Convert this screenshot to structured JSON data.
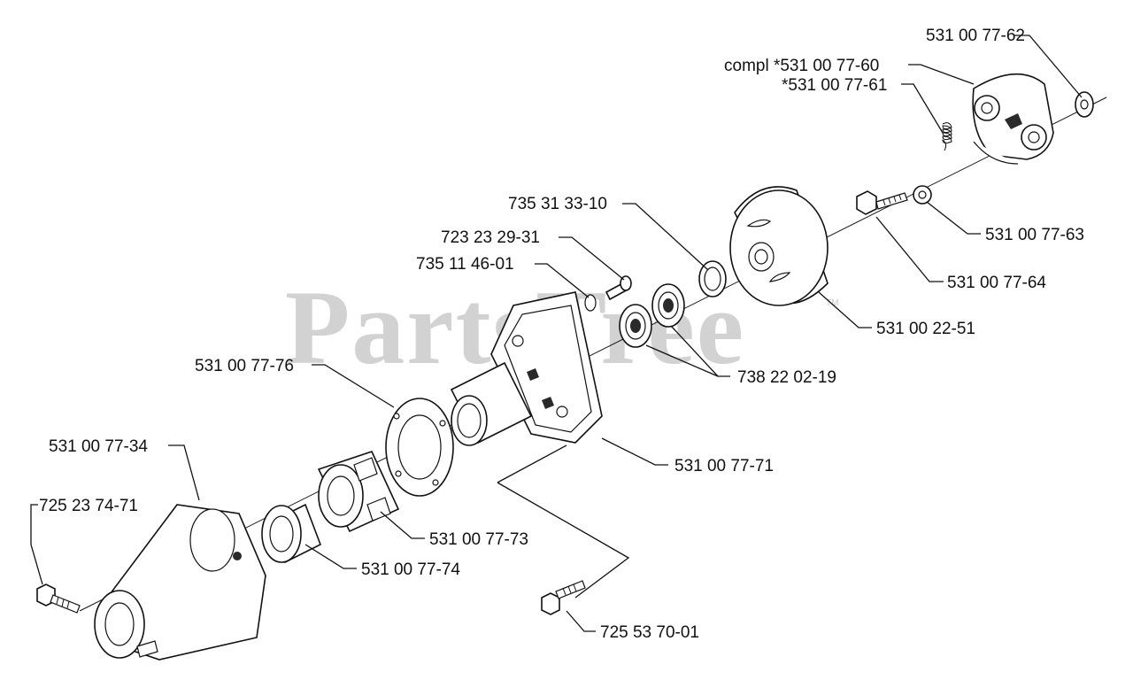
{
  "watermark": "PartsTree",
  "trademark": "TM",
  "labels": {
    "p_531_00_77_62": "531 00 77-62",
    "p_531_00_77_60": "compl *531 00 77-60",
    "p_531_00_77_61": "*531 00 77-61",
    "p_531_00_77_63": "531 00 77-63",
    "p_531_00_77_64": "531 00 77-64",
    "p_531_00_22_51": "531 00 22-51",
    "p_735_31_33_10": "735 31 33-10",
    "p_723_23_29_31": "723 23 29-31",
    "p_735_11_46_01": "735 11 46-01",
    "p_738_22_02_19": "738 22 02-19",
    "p_531_00_77_76": "531 00 77-76",
    "p_531_00_77_71": "531 00 77-71",
    "p_531_00_77_34": "531 00 77-34",
    "p_725_23_74_71": "725 23 74-71",
    "p_531_00_77_73": "531 00 77-73",
    "p_531_00_77_74": "531 00 77-74",
    "p_725_53_70_01": "725 53 70-01"
  }
}
